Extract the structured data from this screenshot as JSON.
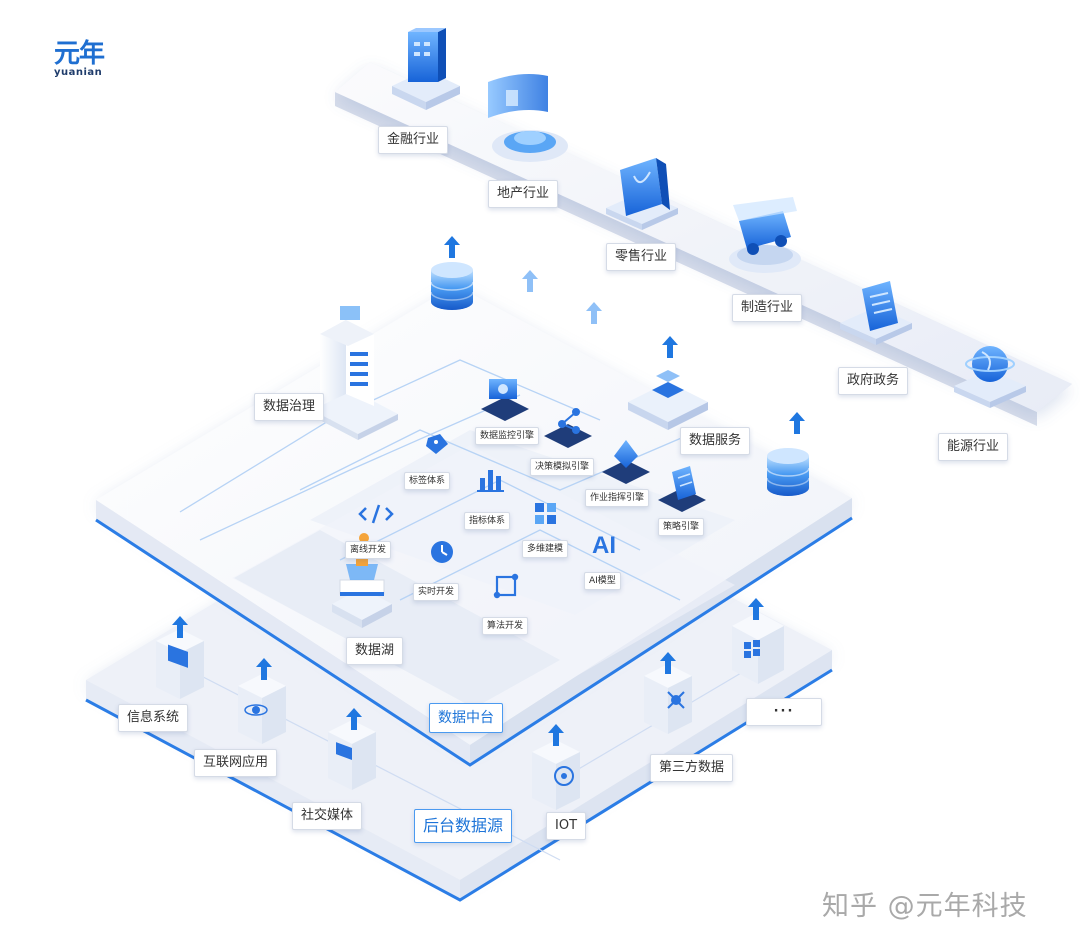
{
  "brand": {
    "name_cn": "元年",
    "name_en": "yuanian"
  },
  "industries": [
    "金融行业",
    "地产行业",
    "零售行业",
    "制造行业",
    "政府政务",
    "能源行业"
  ],
  "platform": {
    "title": "数据中台",
    "modules": {
      "governance": "数据治理",
      "service": "数据服务",
      "lake": "数据湖",
      "tags": "标签体系",
      "metrics": "指标体系",
      "offline": "离线开发",
      "realtime": "实时开发",
      "algorithm": "算法开发",
      "multidim": "多维建模",
      "ai": "AI模型",
      "monitor": "数据监控引擎",
      "decision": "决策模拟引擎",
      "dispatch": "作业指挥引擎",
      "strategy": "策略引擎"
    },
    "ai_icon_text": "AI"
  },
  "sources": {
    "title": "后台数据源",
    "items": [
      "信息系统",
      "互联网应用",
      "社交媒体",
      "IOT",
      "第三方数据"
    ],
    "more": "···"
  },
  "watermark": "知乎 @元年科技",
  "colors": {
    "primary": "#1f77e0",
    "accent": "#3d8ff0",
    "plate": "#f4f6fb",
    "edge": "#2b7de6"
  }
}
